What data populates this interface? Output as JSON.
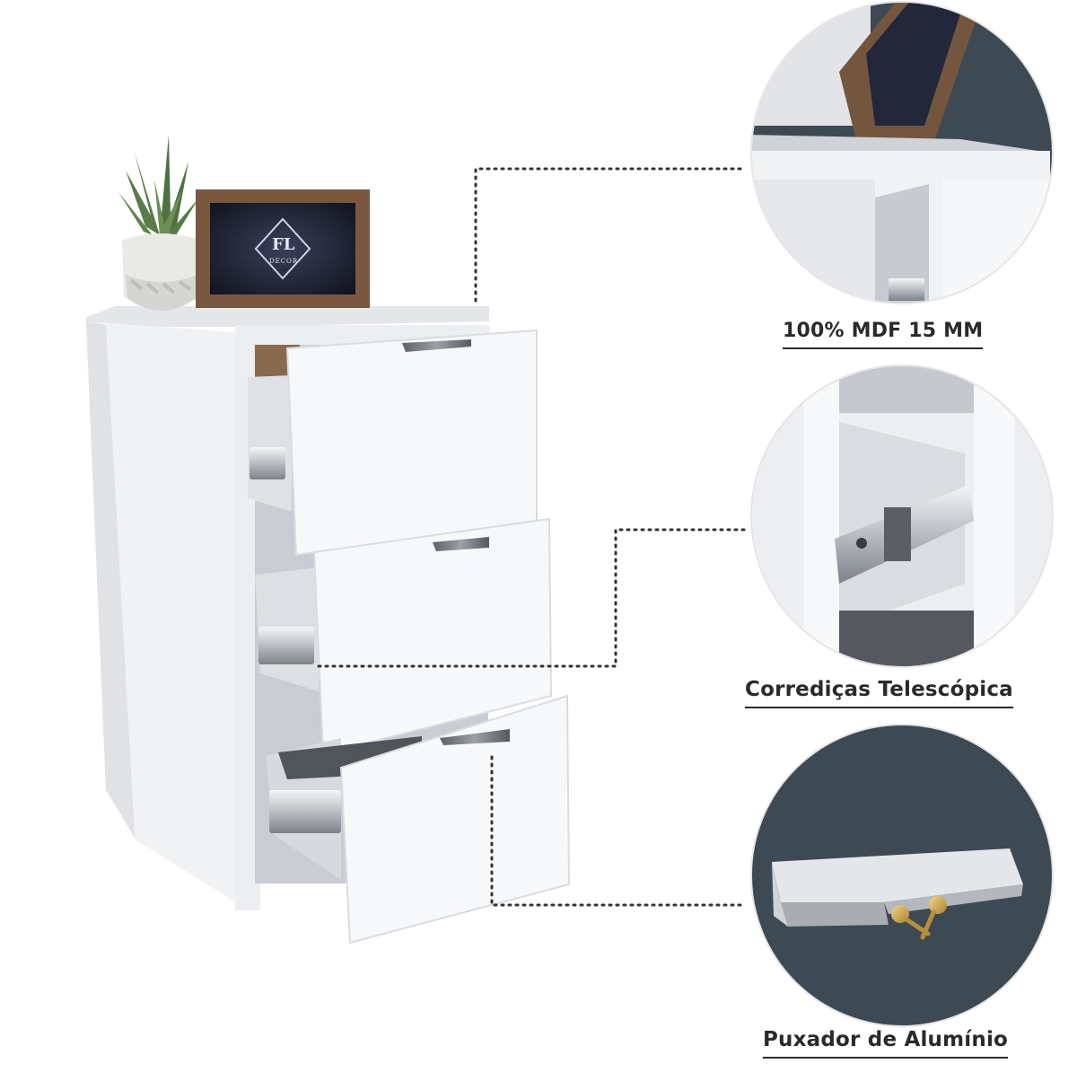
{
  "frame_logo": {
    "monogram": "FL",
    "brand": "DECOR"
  },
  "features": [
    {
      "label": "100% MDF 15 MM"
    },
    {
      "label": "Corrediças Telescópica"
    },
    {
      "label": "Puxador de Alumínio"
    }
  ],
  "colors": {
    "cabinet_white": "#f1f2f4",
    "shadow_gray": "#d3d6dc",
    "dark_slate": "#3d4a54",
    "wood": "#7a5840",
    "caption_text": "#2a2a2a"
  }
}
